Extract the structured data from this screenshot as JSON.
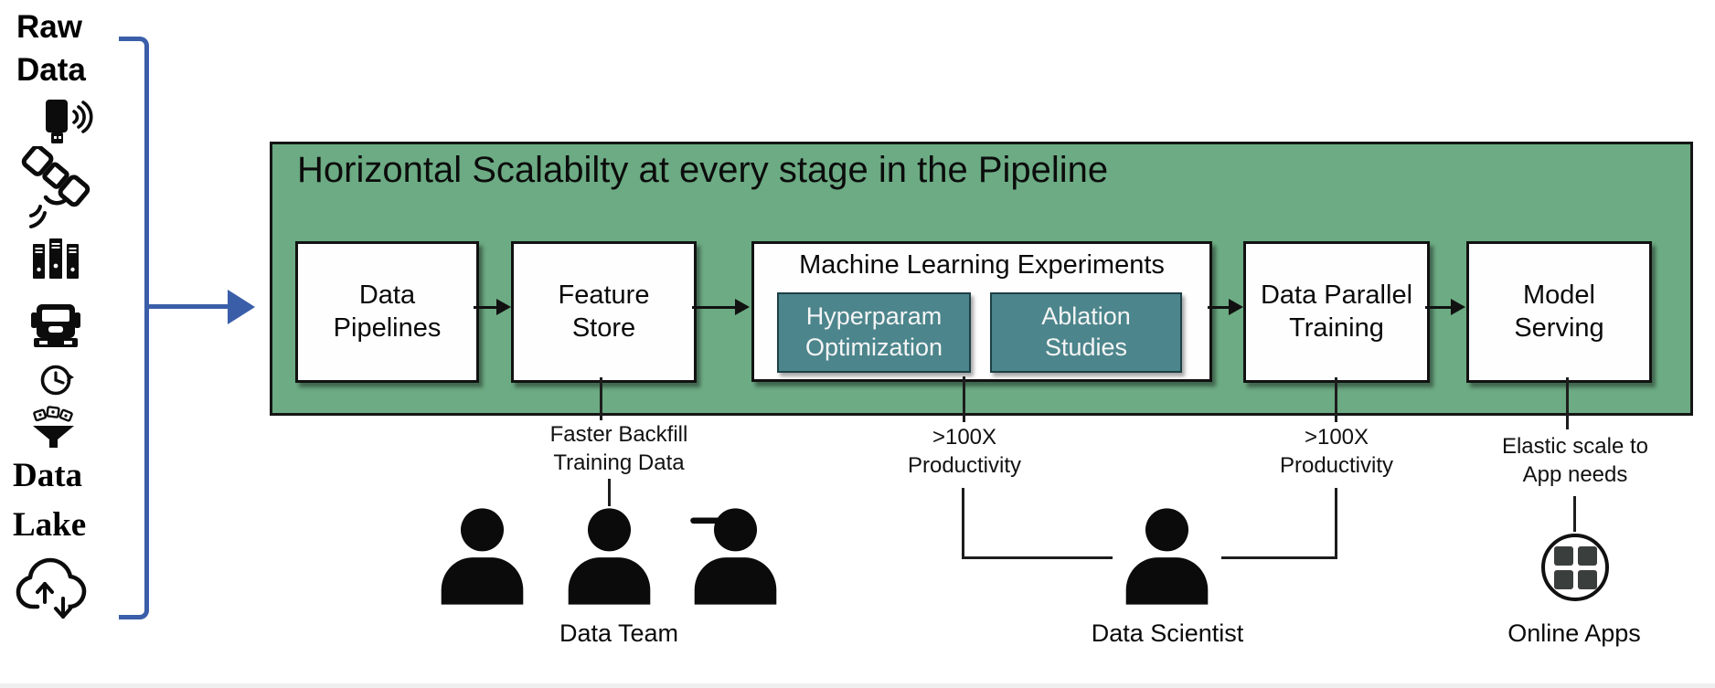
{
  "palette": {
    "panel_green": "#6cab83",
    "teal": "#4c858c",
    "arrow_blue": "#3b5ea9",
    "line_black": "#1d1d1d"
  },
  "sources": {
    "raw_data_label": "Raw Data",
    "data_lake_label": "Data Lake",
    "icons": [
      "iot-sensor",
      "satellite",
      "server-rack",
      "truck",
      "clock-history",
      "data-funnel",
      "cloud-sync"
    ]
  },
  "pipeline": {
    "title": "Horizontal Scalabilty at every stage in the Pipeline",
    "stages": {
      "data_pipelines": "Data Pipelines",
      "feature_store": "Feature Store",
      "ml_experiments": "Machine Learning Experiments",
      "hyperparam": "Hyperparam Optimization",
      "ablation": "Ablation Studies",
      "data_parallel": "Data Parallel Training",
      "model_serving": "Model Serving"
    }
  },
  "annotations": {
    "feature_store": [
      "Faster Backfill",
      "Training Data"
    ],
    "ml_productivity": [
      ">100X",
      "Productivity"
    ],
    "training_productivity": [
      ">100X",
      "Productivity"
    ],
    "serving": [
      "Elastic scale to",
      "App needs"
    ]
  },
  "actors": {
    "data_team": "Data Team",
    "data_scientist": "Data Scientist",
    "online_apps": "Online Apps"
  }
}
